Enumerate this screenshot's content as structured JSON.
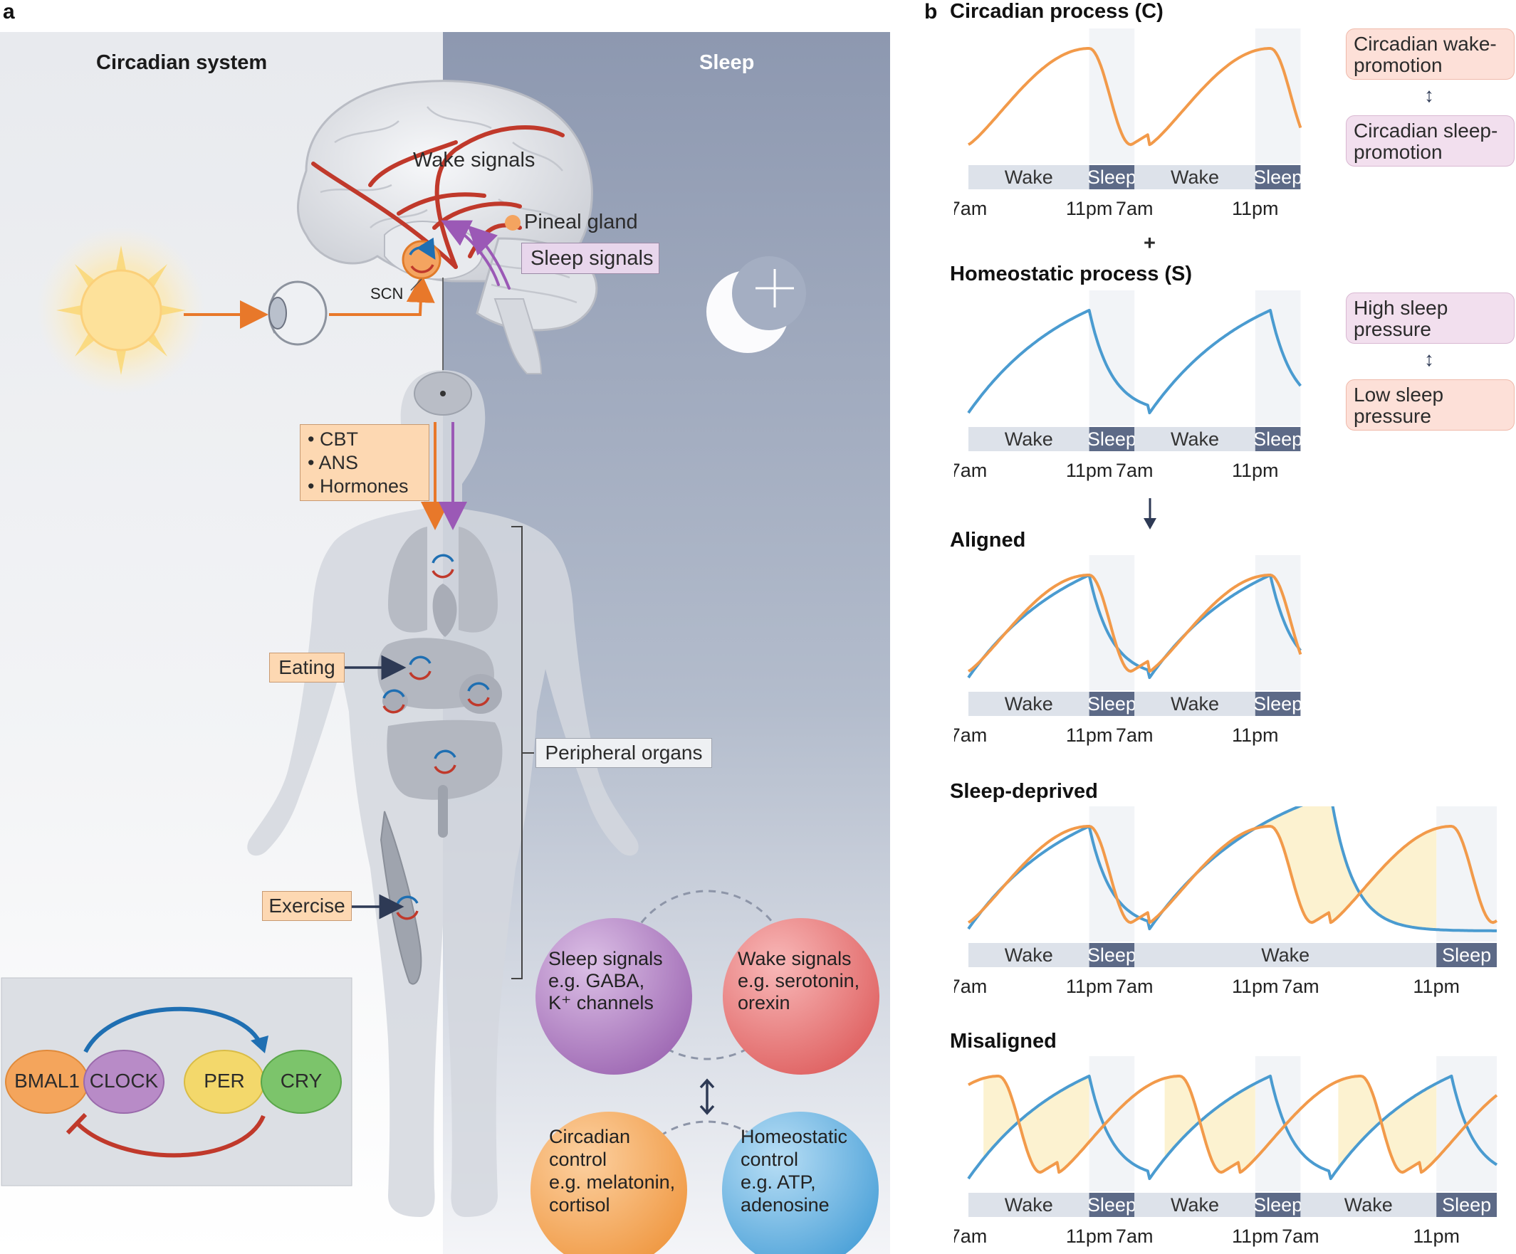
{
  "panel_a": {
    "letter": "a",
    "header_left": "Circadian system",
    "header_right": "Sleep",
    "wake_signals": "Wake signals",
    "pineal_gland": "Pineal gland",
    "sleep_signals": "Sleep signals",
    "scn": "SCN",
    "outputs": [
      "CBT",
      "ANS",
      "Hormones"
    ],
    "eating": "Eating",
    "exercise": "Exercise",
    "peripheral_organs": "Peripheral organs",
    "molecular_clock": [
      "BMAL1",
      "CLOCK",
      "PER",
      "CRY"
    ],
    "circles": {
      "sleep": [
        "Sleep signals",
        "e.g. GABA,",
        "K⁺ channels"
      ],
      "wake": [
        "Wake signals",
        "e.g. serotonin,",
        "orexin"
      ],
      "circadian": [
        "Circadian",
        "control",
        "e.g. melatonin,",
        "cortisol"
      ],
      "homeostatic": [
        "Homeostatic",
        "control",
        "e.g. ATP,",
        "adenosine"
      ]
    }
  },
  "panel_b": {
    "letter": "b",
    "titles": [
      "Circadian process (C)",
      "Homeostatic process (S)",
      "Aligned",
      "Sleep-deprived",
      "Misaligned"
    ],
    "plus": "+",
    "labels": {
      "wake": "Wake",
      "sleep": "Sleep",
      "t7am": "7am",
      "t11pm": "11pm"
    },
    "legend_c": [
      "Circadian wake-",
      "promotion",
      "Circadian sleep-",
      "promotion"
    ],
    "legend_s": [
      "High sleep",
      "pressure",
      "Low sleep",
      "pressure"
    ]
  },
  "colors": {
    "circadian": "#f29a4a",
    "homeostatic": "#4a9bd0",
    "sleep_bar": "#5d6a87",
    "wake_bar": "#dde2ea",
    "night_bg": "#95a0b6",
    "wake_arrow": "#c0392b",
    "sleep_arrow": "#9b59b6"
  },
  "chart_data": [
    {
      "type": "line",
      "title": "Circadian process (C)",
      "categories": [
        "Wake",
        "Sleep",
        "Wake",
        "Sleep"
      ],
      "series": []
    },
    {
      "type": "line",
      "title": "Homeostatic process (S)",
      "categories": [
        "Wake",
        "Sleep",
        "Wake",
        "Sleep"
      ],
      "series": []
    },
    {
      "type": "line",
      "title": "Aligned",
      "categories": [
        "Wake",
        "Sleep",
        "Wake",
        "Sleep"
      ],
      "series": []
    },
    {
      "type": "line",
      "title": "Sleep-deprived",
      "categories": [
        "Wake",
        "Sleep",
        "Wake",
        "Sleep"
      ],
      "series": []
    },
    {
      "type": "line",
      "title": "Misaligned",
      "categories": [
        "Wake",
        "Sleep",
        "Wake",
        "Sleep",
        "Wake",
        "Sleep"
      ],
      "series": []
    }
  ]
}
